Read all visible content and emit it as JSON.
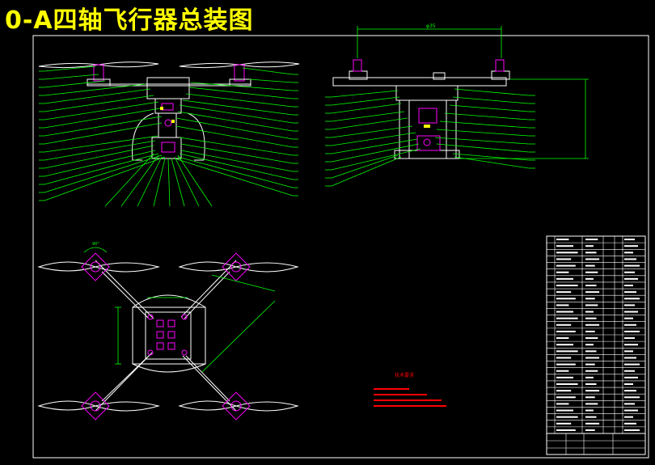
{
  "sheet": {
    "title": "0-A四轴飞行器总装图",
    "colors": {
      "background": "#000000",
      "title": "#ffff00",
      "frame": "#ffffff",
      "leader": "#00ff00",
      "part": "#ffffff",
      "accent": "#ff00ff",
      "notes": "#ff0000"
    }
  },
  "notes": {
    "heading": "技术要求"
  },
  "dimensions": {
    "top_view_span": "φ35",
    "plan_angle": "90°"
  }
}
